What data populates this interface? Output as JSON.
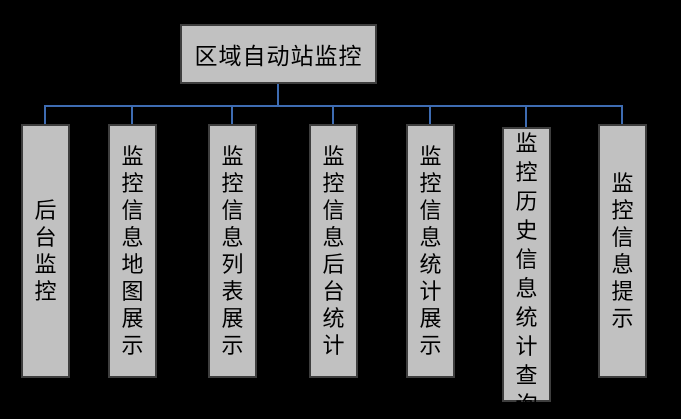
{
  "diagram": {
    "root": {
      "label": "区域自动站监控"
    },
    "children": [
      {
        "label": "后台监控"
      },
      {
        "label": "监控信息地图展示"
      },
      {
        "label": "监控信息列表展示"
      },
      {
        "label": "监控信息后台统计"
      },
      {
        "label": "监控信息统计展示"
      },
      {
        "label": "监控历史信息统计查询"
      },
      {
        "label": "监控信息提示"
      }
    ]
  },
  "colors": {
    "background": "#000000",
    "box_fill": "#c1c1c1",
    "box_border": "#3e3e3e",
    "connector_line": "#3e6cb2",
    "text": "#000000"
  }
}
